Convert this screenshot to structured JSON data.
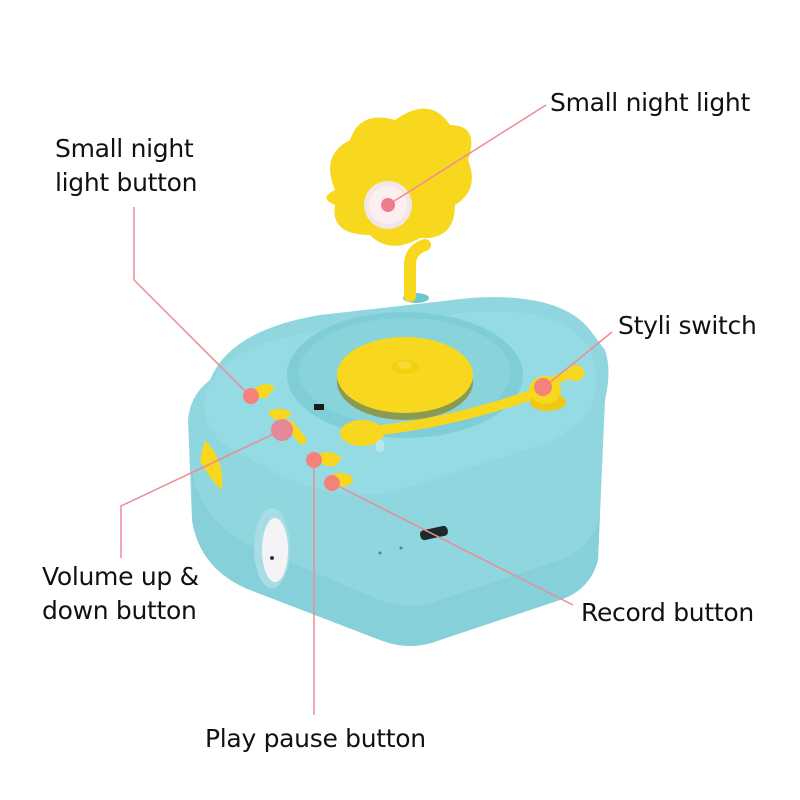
{
  "diagram": {
    "subject": "Toy record player",
    "accent_colors": {
      "body": "#8fd6de",
      "body_shadow": "#7cc6d0",
      "yellow": "#f7d81e",
      "leader_line": "#ef8a98",
      "marker": "#f4827a"
    }
  },
  "labels": {
    "small_night_light": {
      "text": "Small night light"
    },
    "small_night_light_button": {
      "line1": "Small night",
      "line2": "light button"
    },
    "styli_switch": {
      "text": "Styli switch"
    },
    "volume_button": {
      "line1": "Volume up &",
      "line2": "down button"
    },
    "record_button": {
      "text": "Record button"
    },
    "play_pause_button": {
      "text": "Play pause button"
    }
  }
}
